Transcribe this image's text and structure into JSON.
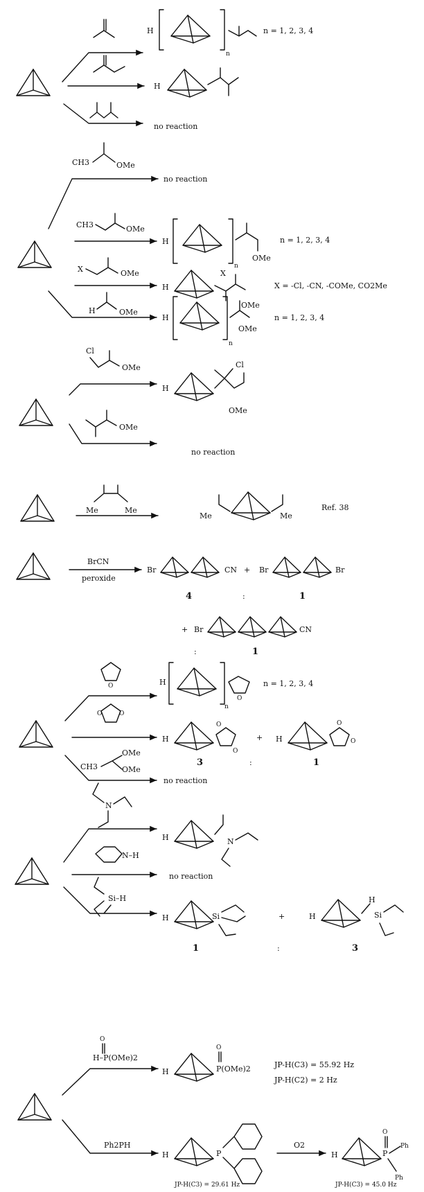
{
  "labels": {
    "n_range": "n = 1, 2, 3, 4",
    "no_reaction": "no reaction",
    "n": "n",
    "h": "H",
    "me": "Me",
    "ome": "OMe",
    "ch3": "CH3",
    "cl": "Cl",
    "x": "X",
    "x_list": "X = -Cl, -CN, -COMe, CO2Me",
    "ref": "Ref. 38",
    "brcn": "BrCN",
    "peroxide": "peroxide",
    "br": "Br",
    "cn": "CN",
    "plus": "+",
    "ratio_sep": ":",
    "ratio_4": "4",
    "ratio_1": "1",
    "ratio_3": "3",
    "o": "O",
    "nh": "N–H",
    "n_atom": "N",
    "si": "Si",
    "sih": "Si–H",
    "hp": "H–P(OMe)2",
    "p_ome2": "P(OMe)2",
    "p": "P",
    "ph2ph": "Ph2PH",
    "ph": "Ph",
    "o2": "O2",
    "j1": "JP-H(C3) = 55.92 Hz",
    "j2": "JP-H(C2) = 2 Hz",
    "j3": "JP-H(C3) = 29.61 Hz",
    "j4": "JP-H(C3) = 45.0 Hz"
  }
}
